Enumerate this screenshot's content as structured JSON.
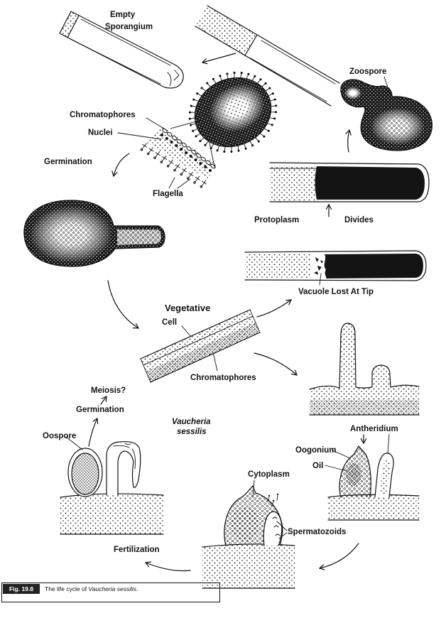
{
  "colors": {
    "ink": "#111111",
    "paper": "#ffffff"
  },
  "labels": {
    "empty": "Empty",
    "sporangium": "Sporangium",
    "zoospore": "Zoospore",
    "chromatophores_top": "Chromatophores",
    "nuclei": "Nuclei",
    "germination_top": "Germination",
    "flagella": "Flagella",
    "protoplasm": "Protoplasm",
    "divides": "Divides",
    "vacuole_lost": "Vacuole Lost At Tip",
    "vegetative": "Vegetative",
    "cell": "Cell",
    "chromatophores_mid": "Chromatophores",
    "meiosis": "Meiosis?",
    "germination_bottom": "Germination",
    "species_genus": "Vaucheria",
    "species_epithet": "sessilis",
    "oospore": "Oospore",
    "antheridium": "Antheridium",
    "oogonium": "Oogonium",
    "oil": "Oil",
    "cytoplasm": "Cytoplasm",
    "spermatozoids": "Spermatozoids",
    "fertilization": "Fertilization"
  },
  "caption": {
    "figure_number": "Fig. 19.8",
    "text_prefix": "The life cycle of ",
    "species": "Vaucheria sessilis",
    "text_suffix": "."
  }
}
